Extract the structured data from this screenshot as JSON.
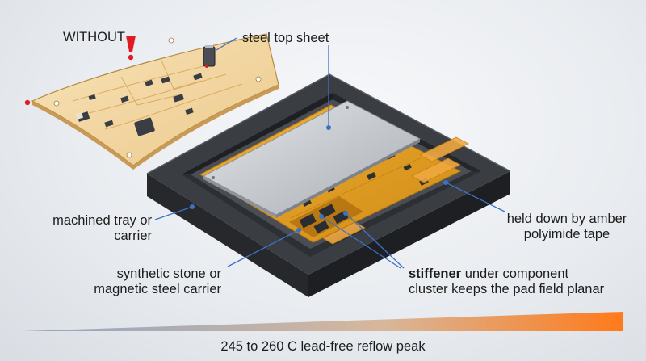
{
  "labels": {
    "without": "WITHOUT",
    "steel_top_sheet": "steel top sheet",
    "tray_line1": "machined tray or",
    "tray_line2": "carrier",
    "tape_line1": "held down by amber",
    "tape_line2": "polyimide tape",
    "stone_line1": "synthetic stone or",
    "stone_line2": "magnetic steel carrier",
    "stiffener_bold": "stiffener",
    "stiffener_rest": " under component",
    "stiffener_line2": "cluster keeps the pad field planar",
    "reflow": "245 to 260 C lead-free reflow peak"
  },
  "colors": {
    "tray": "#3a3d42",
    "tray_dark": "#26282c",
    "steel": "#c9ccd1",
    "flex": "#e2a126",
    "tape": "#f0a840",
    "pcb_warped": "#f3d7a3",
    "warning": "#e01b24",
    "callout_line": "#3b73c4",
    "bar_start": "#8fa6c4",
    "bar_end": "#ff7a1a"
  },
  "icons": [
    "warning-exclamation-icon"
  ]
}
